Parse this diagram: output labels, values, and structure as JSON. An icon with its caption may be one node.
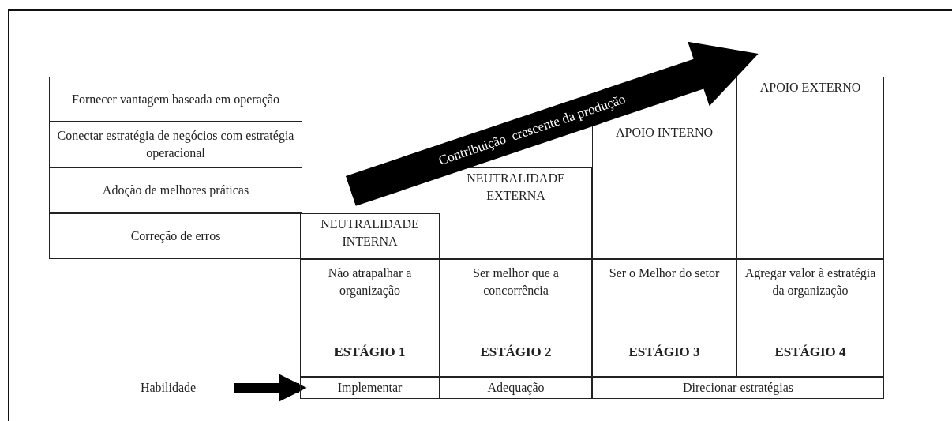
{
  "diagram": {
    "nodes": [
      {
        "text": [
          "Fornecer vantagem baseada em operação"
        ]
      },
      {
        "text": [
          "Conectar estratégia de negócios com estratégia operacional"
        ]
      },
      {
        "text": [
          "Adoção de melhores práticas"
        ]
      },
      {
        "text": [
          "Correção de erros"
        ]
      },
      {
        "text": [
          "NEUTRALIDADE INTERNA"
        ]
      },
      {
        "text": [
          "NEUTRALIDADE EXTERNA"
        ]
      },
      {
        "text": [
          "APOIO INTERNO"
        ]
      },
      {
        "text": [
          "APOIO EXTERNO"
        ]
      },
      {
        "text": [
          "Contribuição  crescente da produção"
        ]
      },
      {
        "text": [
          "Não atrapalhar a organização",
          "ESTÁGIO 1"
        ]
      },
      {
        "text": [
          "Ser melhor que a concorrência",
          "ESTÁGIO 2"
        ]
      },
      {
        "text": [
          "Ser o Melhor do setor",
          "ESTÁGIO 3"
        ]
      },
      {
        "text": [
          "Agregar valor à estratégia da organização",
          "ESTÁGIO 4"
        ]
      },
      {
        "text": [
          "Habilidade"
        ]
      },
      {
        "text": [
          "Implementar"
        ]
      },
      {
        "text": [
          "Adequação"
        ]
      },
      {
        "text": [
          "Direcionar estratégias"
        ]
      }
    ],
    "edges": [
      {
        "from": 13,
        "to": 14,
        "arrow": "to"
      }
    ]
  }
}
